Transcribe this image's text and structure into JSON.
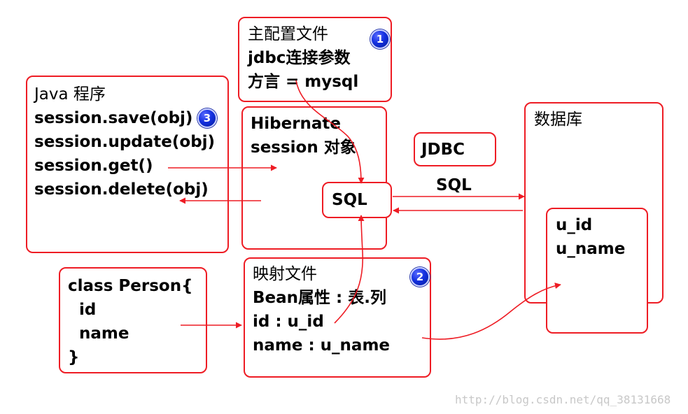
{
  "config": {
    "lines": [
      "主配置文件",
      "jdbc连接参数",
      "方言 = mysql"
    ],
    "badge": "1"
  },
  "java": {
    "lines": [
      "Java 程序",
      "session.save(obj)",
      "session.update(obj)",
      "session.get()",
      "session.delete(obj)"
    ],
    "badge": "3"
  },
  "hibernate": {
    "lines": [
      "Hibernate",
      "session 对象"
    ],
    "sql": "SQL"
  },
  "jdbc": {
    "label": "JDBC"
  },
  "database": {
    "title": "数据库",
    "columns": [
      "u_id",
      "u_name"
    ]
  },
  "sql_arrow_label": "SQL",
  "person": {
    "lines": [
      "class Person{",
      "  id",
      "  name",
      "}"
    ]
  },
  "mapping": {
    "lines": [
      "映射文件",
      "Bean属性 : 表.列",
      "id : u_id",
      "name : u_name"
    ],
    "badge": "2"
  },
  "watermark": "http://blog.csdn.net/qq_38131668",
  "colors": {
    "border": "#ee1c24",
    "arrow": "#ee1c24",
    "badge": "#1430e0"
  }
}
